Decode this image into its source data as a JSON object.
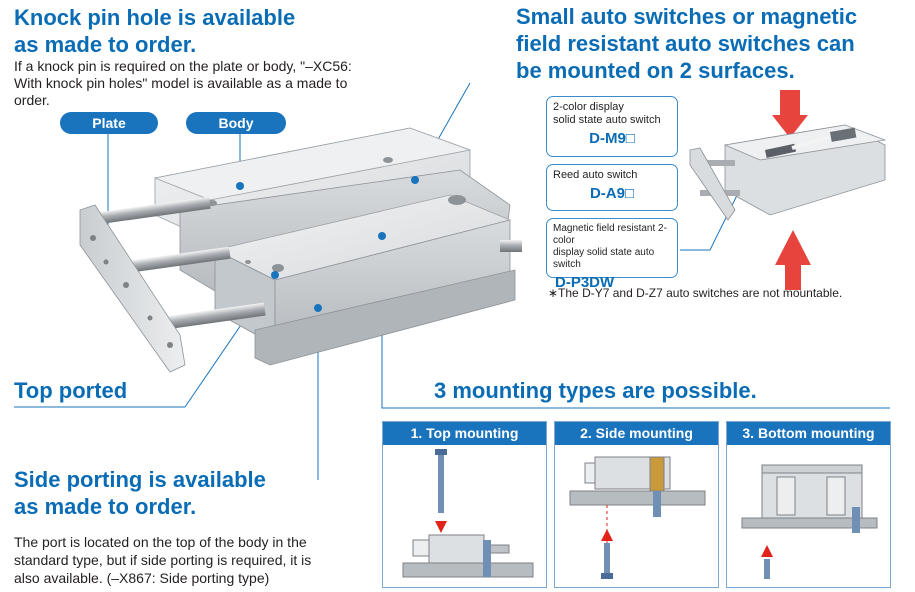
{
  "knock_pin": {
    "title_line1": "Knock pin hole is available",
    "title_line2": "as made to order.",
    "desc_line1": "If a knock pin is required on the plate or body, \"–XC56:",
    "desc_line2": "With knock pin holes\" model is available as a made to",
    "desc_line3": "order."
  },
  "labels": {
    "plate": "Plate",
    "body": "Body"
  },
  "auto_switch": {
    "title_line1": "Small auto switches or magnetic",
    "title_line2": "field resistant auto switches can",
    "title_line3": "be mounted on 2 surfaces.",
    "switches": [
      {
        "desc_line1": "2-color display",
        "desc_line2": "solid state auto switch",
        "model": "D-M9□"
      },
      {
        "desc_line1": "Reed auto switch",
        "desc_line2": "",
        "model": "D-A9□"
      },
      {
        "desc_line1": "Magnetic field resistant 2-color",
        "desc_line2": "display solid state auto switch",
        "model": "D-P3DW"
      }
    ],
    "note": "∗The D-Y7 and D-Z7 auto switches are not mountable."
  },
  "top_ported": {
    "title": "Top ported"
  },
  "side_porting": {
    "title_line1": "Side porting is available",
    "title_line2": "as made to order.",
    "desc_line1": "The port is located on the top of the body in the",
    "desc_line2": "standard type, but if side porting is required, it is",
    "desc_line3": "also available. (–X867: Side porting type)"
  },
  "mounting": {
    "title": "3 mounting types are possible.",
    "types": [
      {
        "label": "1. Top mounting"
      },
      {
        "label": "2. Side mounting"
      },
      {
        "label": "3. Bottom mounting"
      }
    ]
  },
  "colors": {
    "brand_blue": "#0a6cb5",
    "pill_blue": "#1a74bd",
    "arrow_red": "#e2231a"
  }
}
